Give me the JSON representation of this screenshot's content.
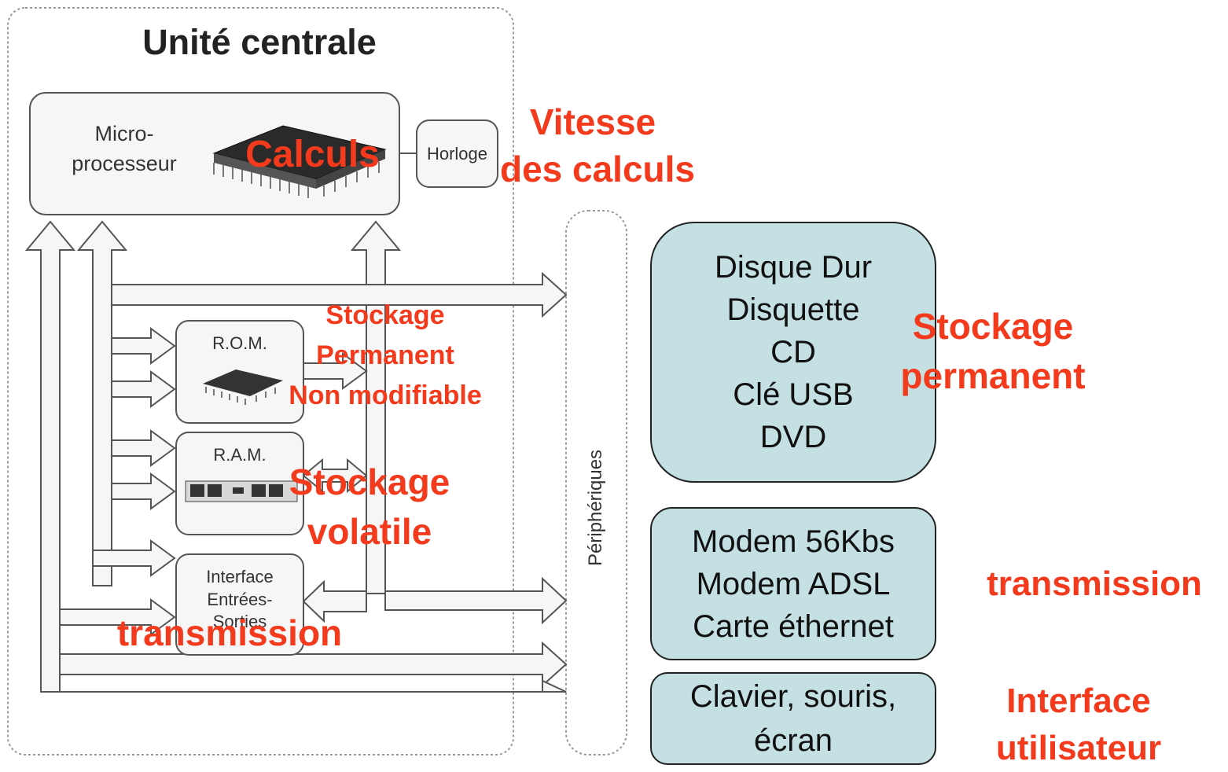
{
  "central_unit": {
    "title": "Unité centrale",
    "processor_label": [
      "Micro-",
      "processeur"
    ],
    "clock_label": "Horloge",
    "rom_label": "R.O.M.",
    "ram_label": "R.A.M.",
    "io_label": [
      "Interface",
      "Entrées-",
      "Sorties"
    ],
    "peripherals_label": "Périphériques"
  },
  "annotations": {
    "calculs": "Calculs",
    "vitesse": [
      "Vitesse",
      "des calculs"
    ],
    "stockage_rom": [
      "Stockage",
      "Permanent",
      "Non modifiable"
    ],
    "stockage_ram": [
      "Stockage",
      "volatile"
    ],
    "transmission_io": "transmission",
    "stockage_permanent": [
      "Stockage",
      "permanent"
    ],
    "transmission_right": "transmission",
    "interface_utilisateur": [
      "Interface",
      "utilisateur"
    ]
  },
  "peripheral_boxes": {
    "storage": [
      "Disque Dur",
      "Disquette",
      "CD",
      "Clé USB",
      "DVD"
    ],
    "network": [
      "Modem 56Kbs",
      "Modem ADSL",
      "Carte éthernet"
    ],
    "user": [
      "Clavier, souris,",
      "écran"
    ]
  },
  "colors": {
    "annotation": "#f33a1c",
    "box_fill": "#c4e0e3",
    "arrow_fill": "#f6f6f6",
    "arrow_stroke": "#555555"
  }
}
